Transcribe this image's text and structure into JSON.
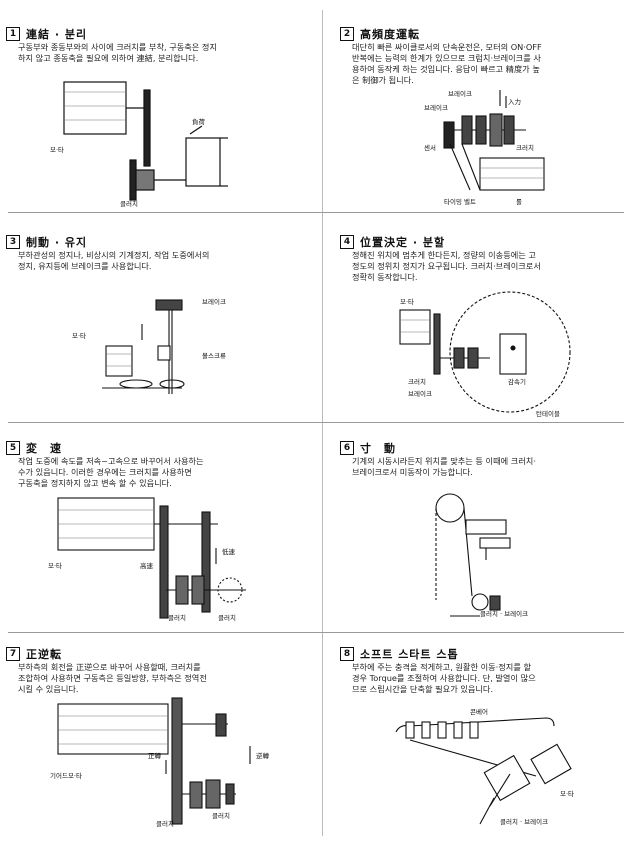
{
  "panels": [
    {
      "num": "1",
      "title": "連結 · 분리",
      "desc": "구동부와 종동부와의 사이에 크러치를 부착, 구동축은 정지\n하지 않고 종동축을 필요에 의하여 連結, 분리합니다.",
      "labels": {
        "load": "負荷",
        "motor": "모·타",
        "clutch": "클러치"
      }
    },
    {
      "num": "2",
      "title": "高頻度運転",
      "desc": "대단히 빠른 싸이클로서의 단속운전은, 모터의 ON·OFF\n반복에는 능력의 한계가 있으므로 크럼치·브레이크를 사\n용하여 동작케 하는 것입니다. 응답이 빠르고 精度가 높\n은 制御가 됩니다.",
      "labels": {
        "brake_top": "브레이크",
        "brake_side": "브레이크",
        "input": "入力",
        "clutch": "크러치",
        "sensor": "센서",
        "timing_belt": "타이밍 벨트",
        "roll": "롤"
      }
    },
    {
      "num": "3",
      "title": "制動 · 유지",
      "desc": "부하관성의 정지나, 비상시의 기계정지, 작업 도중에서의\n정지, 유지등에 브레이크를 사용합니다.",
      "labels": {
        "brake": "브레이크",
        "motor": "모·타",
        "ball_screw": "볼스크류"
      }
    },
    {
      "num": "4",
      "title": "位置決定 · 분할",
      "desc": "정해진 위치에 멈추게 한다든지, 정량의 이송등에는 고\n정도의 정위치 정지가 요구됩니다. 크러치·브레이크로서\n정확히 동작합니다.",
      "labels": {
        "motor": "모·타",
        "clutch": "크러치",
        "brake": "브레이크",
        "reducer": "감속기",
        "table": "턴테이블"
      }
    },
    {
      "num": "5",
      "title": "変　速",
      "desc": "작업 도중에 속도를 저속~고속으로 바꾸어서 사용하는\n수가 있읍니다. 이러한 경우에는 크러치를 사용하면\n구동축을 정지하지 않고 변속 할 수 있읍니다.",
      "labels": {
        "motor": "모·타",
        "low": "低速",
        "high": "高速",
        "clutch_a": "클러치",
        "clutch_b": "클러치"
      }
    },
    {
      "num": "6",
      "title": "寸　動",
      "desc": "기계의 시동시라든지 위치를 맞추는 등 이때에 크러치·\n브레이크로서 미동작이 가능합니다.",
      "labels": {
        "cb": "클러치 · 브레이크"
      }
    },
    {
      "num": "7",
      "title": "正逆転",
      "desc": "부하측의 회전을 正逆으로 바꾸어 사용할때, 크러치를\n조합하여 사용하면 구동측은 등일방향, 부하측은 정역전\n시킬 수 있읍니다.",
      "labels": {
        "gear_motor": "기어드모·타",
        "fwd": "正轉",
        "rev": "逆轉",
        "clutch_a": "클러치",
        "clutch_b": "클러치"
      }
    },
    {
      "num": "8",
      "title": "소프트 스타트 스톱",
      "desc": "부하에 주는 충격을 적게하고, 원활한 이동·정지를 할\n경우 Torque를 조절하여 사용합니다. 단, 발열이 많으\n므로 스립시간을 단축할 필요가 있읍니다.",
      "labels": {
        "conveyor": "콘베어",
        "motor": "모·타",
        "cb": "클러치 · 브레이크"
      }
    }
  ]
}
